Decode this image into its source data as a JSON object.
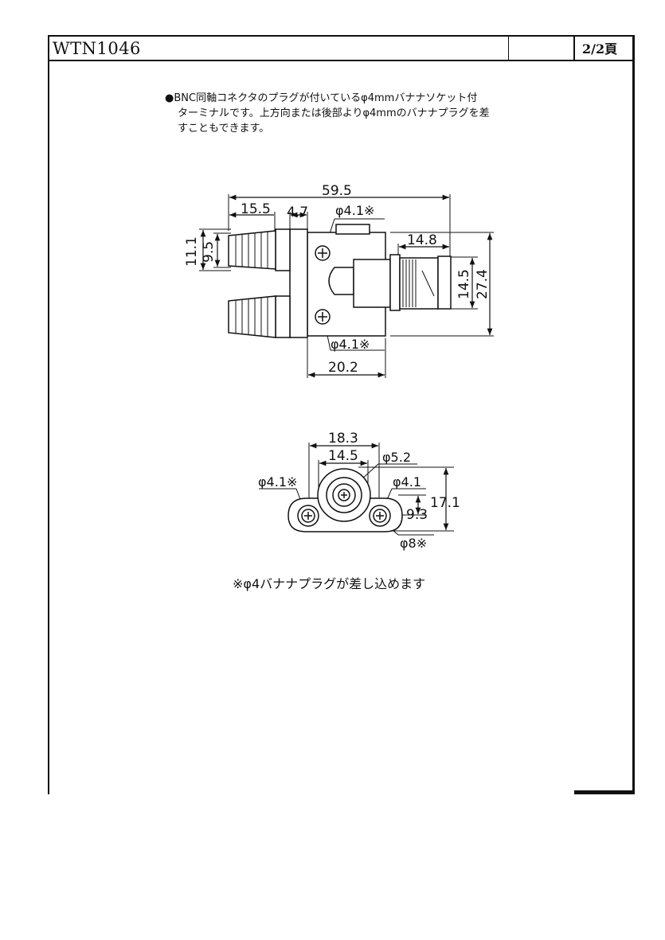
{
  "header": {
    "doc_id": "WTN1046",
    "page_no": "2/2頁"
  },
  "description": {
    "line1": "●BNC同軸コネクタのプラグが付いているφ4mmバナナソケット付",
    "line2": "ターミナルです。上方向または後部よりφ4mmのバナナプラグを差",
    "line3": "すこともできます。"
  },
  "side_view": {
    "overall_width": "59.5",
    "dim_a": "15.5",
    "dim_b": "4.7",
    "hole_top": "φ4.1※",
    "bnc_length": "14.8",
    "height_outer": "11.1",
    "height_inner": "9.5",
    "bnc_height": "14.5",
    "total_height": "27.4",
    "hole_bottom": "φ4.1※",
    "base_width": "20.2"
  },
  "front_view": {
    "width_outer": "18.3",
    "width_inner": "14.5",
    "center_dia": "φ5.2",
    "hole_left": "φ4.1※",
    "hole_right": "φ4.1",
    "height_total": "17.1",
    "height_center": "9.3",
    "ring_dia": "φ8※"
  },
  "footnote": "※φ4バナナプラグが差し込めます"
}
